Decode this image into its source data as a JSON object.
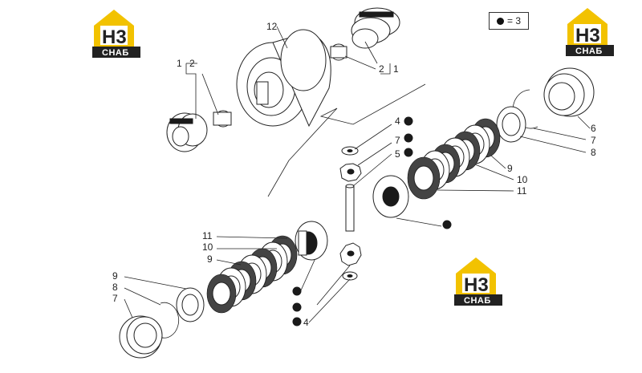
{
  "legend": {
    "symbol": "black-dot",
    "text": "= 3"
  },
  "logo": {
    "letters": "H3",
    "subtitle": "СНАБ",
    "colors": {
      "yellow": "#f2c200",
      "dark": "#222222"
    }
  },
  "callouts": {
    "c12": "12",
    "c1_left": "1",
    "c2_left": "2",
    "c2_right": "2",
    "c1_right": "1",
    "c6": "6",
    "c7_right": "7",
    "c8_right": "8",
    "c4_top": "4",
    "c7_center": "7",
    "c5": "5",
    "c9_right": "9",
    "c10_right": "10",
    "c11_right": "11",
    "c11_left": "11",
    "c10_left": "10",
    "c9_left": "9",
    "c9_far_left": "9",
    "c8_far_left": "8",
    "c7_far_left": "7",
    "c4_bottom": "4"
  }
}
